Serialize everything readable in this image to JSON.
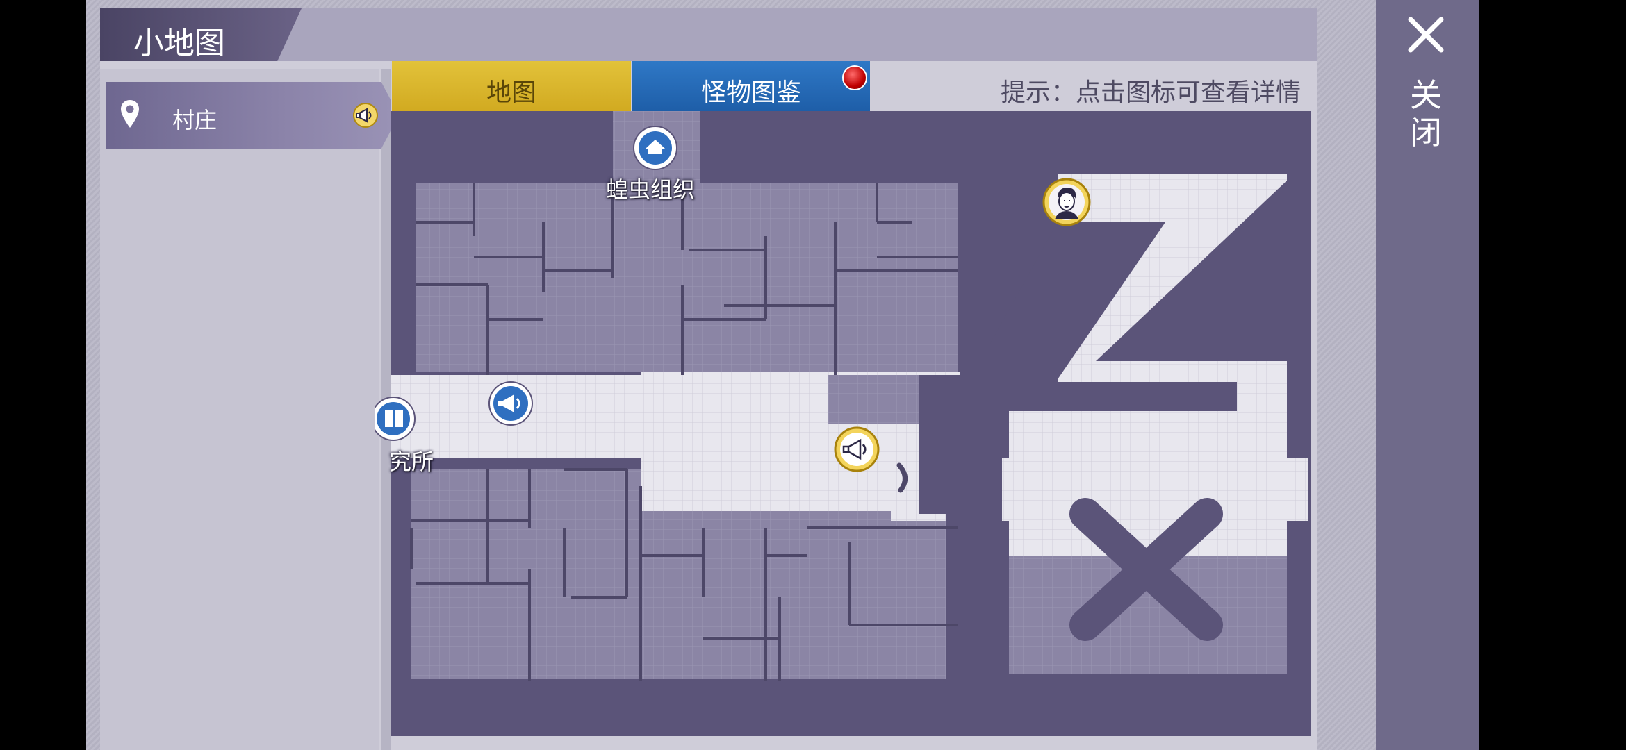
{
  "window": {
    "title": "小地图"
  },
  "sidebar": {
    "items": [
      {
        "label": "村庄",
        "icon": "location-pin-icon",
        "badge_icon": "megaphone-icon"
      }
    ]
  },
  "tabs": [
    {
      "label": "地图",
      "active": true,
      "color": "#d4ac20"
    },
    {
      "label": "怪物图鉴",
      "active": false,
      "color": "#2a6fbd",
      "has_notification": true
    }
  ],
  "hint": "提示：点击图标可查看详情",
  "close": {
    "label": "关闭",
    "icon": "close-icon"
  },
  "map": {
    "locations": [
      {
        "name": "蝗虫组织",
        "icon": "house-icon"
      },
      {
        "name": "究所",
        "icon": "book-icon"
      }
    ],
    "markers": [
      {
        "icon": "megaphone-icon",
        "style": "white"
      },
      {
        "icon": "megaphone-icon",
        "style": "gold"
      },
      {
        "icon": "npc-portrait-icon",
        "style": "gold"
      }
    ]
  },
  "colors": {
    "map_dark": "#5b5479",
    "map_floor": "#e9e8ee",
    "accent_gold": "#d4ac20",
    "accent_blue": "#2a6fbd"
  }
}
